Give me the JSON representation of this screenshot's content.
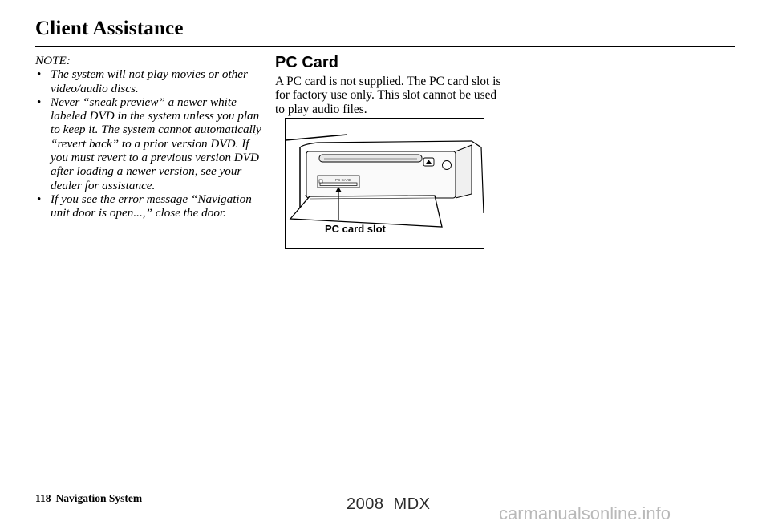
{
  "header": {
    "title": "Client Assistance"
  },
  "note": {
    "heading": "NOTE:",
    "items": [
      "The system will not play movies or other video/audio discs.",
      "Never “sneak preview” a newer white labeled DVD in the system unless you plan to keep it. The system cannot automatically “revert back” to a prior version DVD. If you must revert to a previous version DVD after loading a newer version, see your dealer for assistance.",
      "If you see the error message “Navigation unit door is open...,” close the door."
    ]
  },
  "pc_card": {
    "heading": "PC Card",
    "body": "A PC card is not supplied. The PC card slot is for factory use only. This slot cannot be used to play audio files.",
    "figure_label": "PC card slot",
    "slot_marking": "PC CARD"
  },
  "footer": {
    "page_number": "118",
    "section": "Navigation System",
    "model": "2008  MDX",
    "site": "carmanualsonline.info"
  }
}
